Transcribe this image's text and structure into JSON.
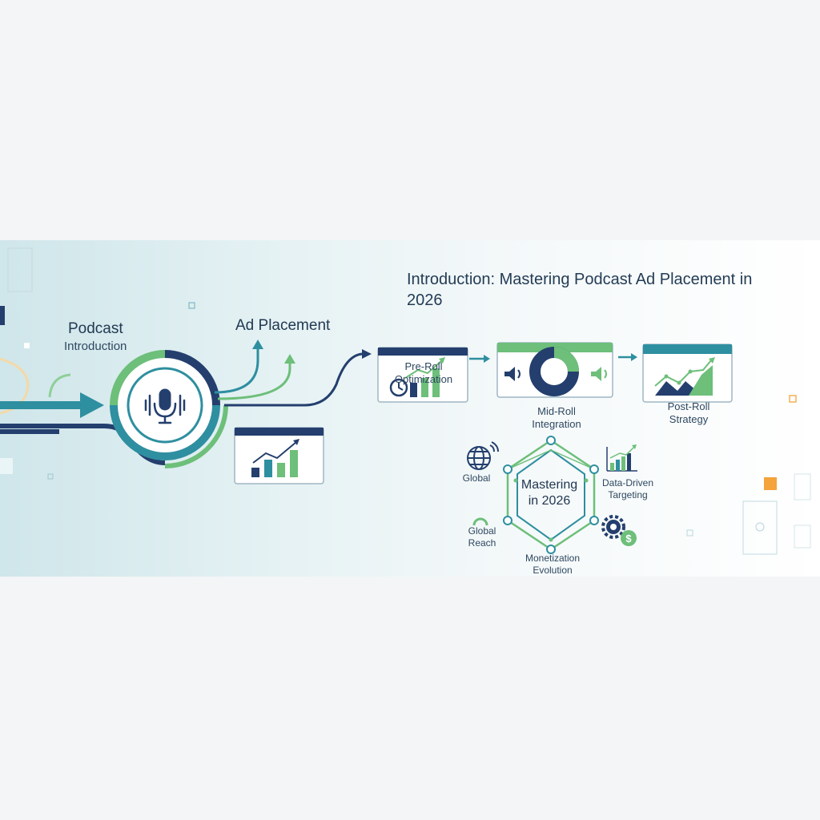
{
  "title": "Introduction: Mastering Podcast Ad Placement in 2026",
  "start": {
    "label": "Podcast",
    "sublabel": "Introduction",
    "icon": "microphone-icon"
  },
  "branch_label": "Ad Placement",
  "stages": [
    {
      "line1": "Pre-Roll",
      "line2": "Optimization",
      "icon": "clock-bar-chart-icon"
    },
    {
      "line1": "Mid-Roll",
      "line2": "Integration",
      "icon": "donut-speaker-icon"
    },
    {
      "line1": "Post-Roll",
      "line2": "Strategy",
      "icon": "mountain-trend-icon"
    }
  ],
  "hub": {
    "center_line1": "Mastering",
    "center_line2": "in 2026",
    "nodes": [
      {
        "line1": "Global",
        "line2": "",
        "icon": "globe-icon"
      },
      {
        "line1": "Data-Driven",
        "line2": "Targeting",
        "icon": "bar-chart-icon"
      },
      {
        "line1": "Global",
        "line2": "Reach",
        "icon": "signal-arc-icon"
      },
      {
        "line1": "Monetization",
        "line2": "Evolution",
        "icon": "gear-dollar-icon"
      }
    ]
  },
  "colors": {
    "navy": "#243f6e",
    "teal": "#2e8fa0",
    "green": "#6dbf7a",
    "orange": "#f5a33b"
  }
}
